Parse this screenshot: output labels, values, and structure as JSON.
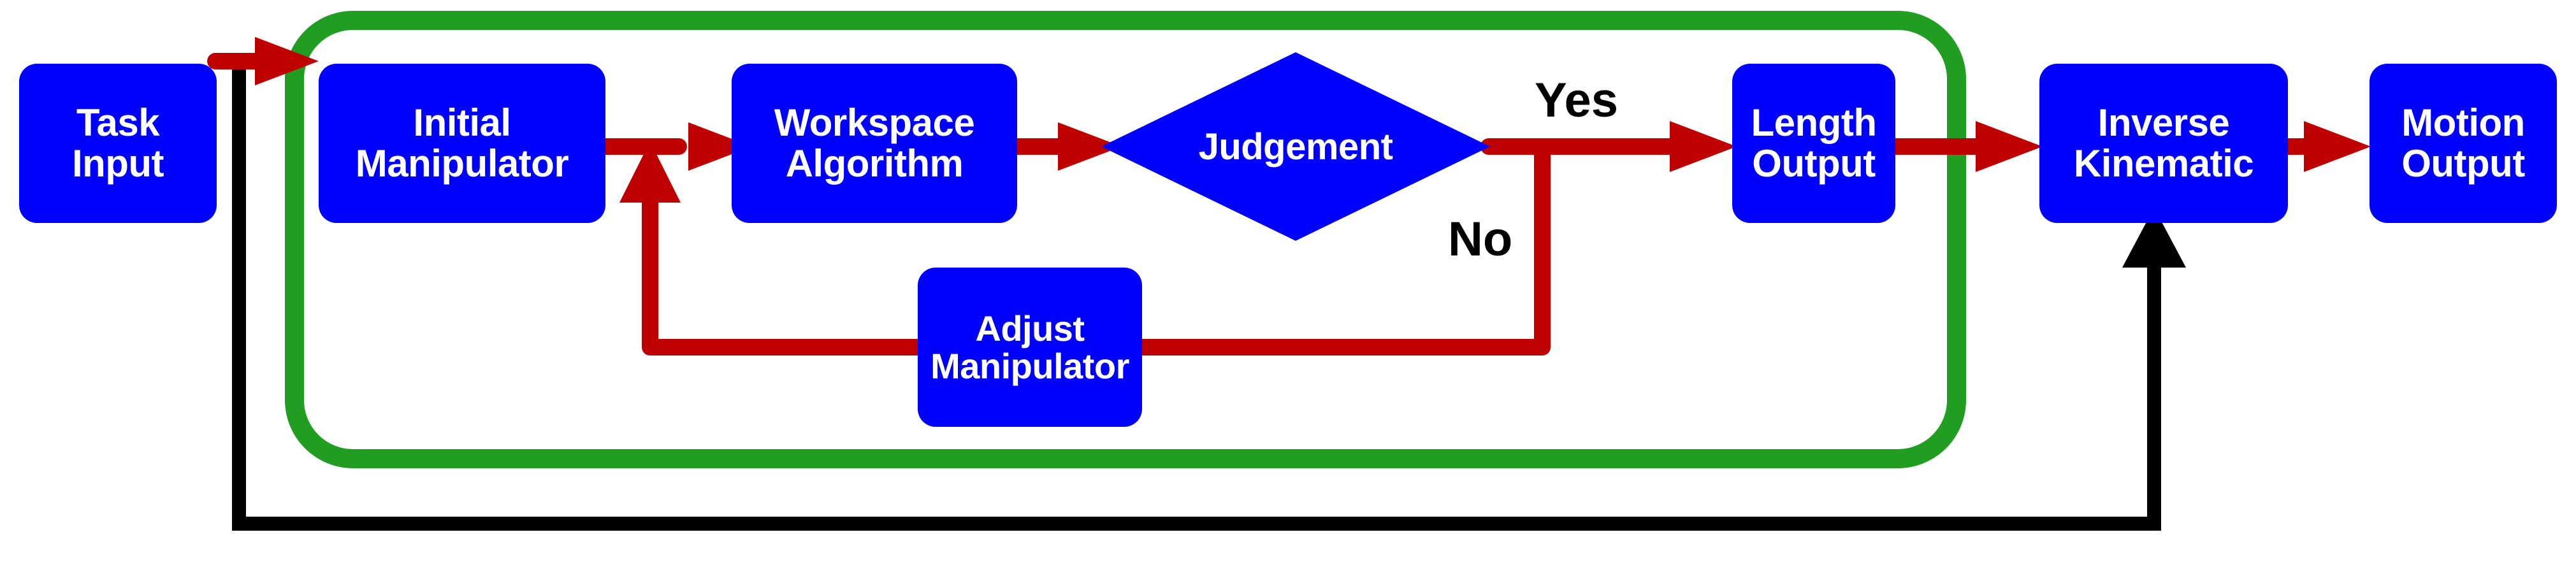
{
  "diagram": {
    "title": "Robot manipulator design and motion control flowchart",
    "colors": {
      "node_fill": "#0000ff",
      "node_text": "#ffffff",
      "flow_arrow": "#bf0000",
      "group_border": "#219e22",
      "feedback_arrow": "#000000",
      "background": "#ffffff"
    },
    "nodes": [
      {
        "id": "task-input",
        "label": "Task\nInput",
        "shape": "rounded-rect"
      },
      {
        "id": "initial-manipulator",
        "label": "Initial\nManipulator",
        "shape": "rounded-rect"
      },
      {
        "id": "workspace-algorithm",
        "label": "Workspace\nAlgorithm",
        "shape": "rounded-rect"
      },
      {
        "id": "judgement",
        "label": "Judgement",
        "shape": "diamond"
      },
      {
        "id": "length-output",
        "label": "Length\nOutput",
        "shape": "rounded-rect"
      },
      {
        "id": "inverse-kinematic",
        "label": "Inverse\nKinematic",
        "shape": "rounded-rect"
      },
      {
        "id": "motion-output",
        "label": "Motion\nOutput",
        "shape": "rounded-rect"
      },
      {
        "id": "adjust-manipulator",
        "label": "Adjust\nManipulator",
        "shape": "rounded-rect"
      }
    ],
    "edge_labels": [
      {
        "id": "yes",
        "label": "Yes"
      },
      {
        "id": "no",
        "label": "No"
      }
    ],
    "group": {
      "id": "design-loop-group",
      "label": ""
    }
  }
}
